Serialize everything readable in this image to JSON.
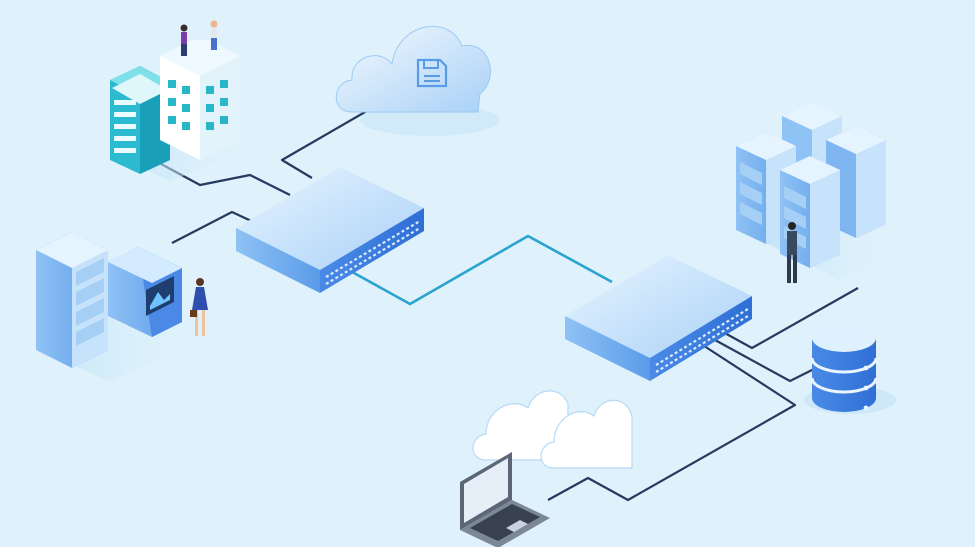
{
  "diagram": {
    "title": "",
    "colors": {
      "background": "#dff2fb",
      "link_dark": "#243a5e",
      "link_accent": "#29a3cf",
      "device_light": "#c9e6fb",
      "device_mid": "#7fb6f2",
      "device_dark": "#3f7fe0",
      "building_teal": "#27b7c9",
      "cloud_light": "#e7f4ff",
      "cloud_mid": "#b9dafb"
    },
    "nodes": [
      {
        "id": "office-building",
        "icon": "office-building-icon"
      },
      {
        "id": "cloud-storage",
        "icon": "cloud-save-icon"
      },
      {
        "id": "network-switch-left",
        "icon": "network-switch-icon"
      },
      {
        "id": "network-switch-right",
        "icon": "network-switch-icon"
      },
      {
        "id": "server-rack-cluster",
        "icon": "server-rack-icon"
      },
      {
        "id": "database",
        "icon": "database-icon"
      },
      {
        "id": "server-workstation",
        "icon": "server-terminal-icon"
      },
      {
        "id": "laptop",
        "icon": "laptop-icon"
      },
      {
        "id": "cloud-pair",
        "icon": "cloud-icon"
      }
    ],
    "links": [
      {
        "from": "office-building",
        "to": "network-switch-left",
        "style": "dark"
      },
      {
        "from": "cloud-storage",
        "to": "network-switch-left",
        "style": "dark"
      },
      {
        "from": "server-workstation",
        "to": "network-switch-left",
        "style": "dark"
      },
      {
        "from": "network-switch-left",
        "to": "network-switch-right",
        "style": "accent"
      },
      {
        "from": "network-switch-right",
        "to": "server-rack-cluster",
        "style": "dark"
      },
      {
        "from": "network-switch-right",
        "to": "database",
        "style": "dark"
      },
      {
        "from": "network-switch-right",
        "to": "laptop",
        "style": "dark"
      }
    ]
  }
}
